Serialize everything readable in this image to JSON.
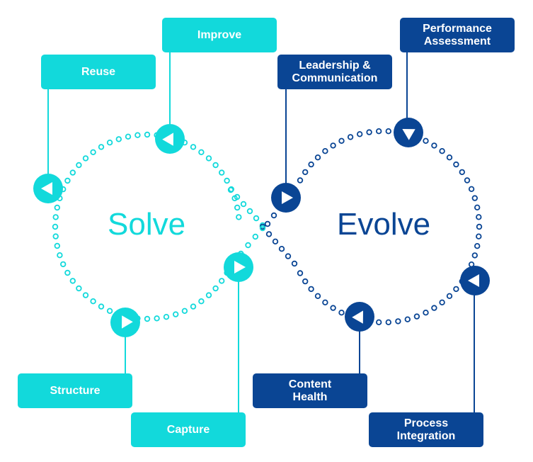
{
  "colors": {
    "teal": "#12D9DB",
    "navy": "#0A4594",
    "white": "#FFFFFF"
  },
  "loops": {
    "solve": {
      "label": "Solve",
      "color": "teal"
    },
    "evolve": {
      "label": "Evolve",
      "color": "navy"
    }
  },
  "boxes": {
    "improve": "Improve",
    "reuse": "Reuse",
    "structure": "Structure",
    "capture": "Capture",
    "leadership": "Leadership &\nCommunication",
    "performance": "Performance\nAssessment",
    "content_health": "Content\nHealth",
    "process_integration": "Process\nIntegration"
  },
  "icons": {
    "marker": "play-arrow-icon"
  }
}
